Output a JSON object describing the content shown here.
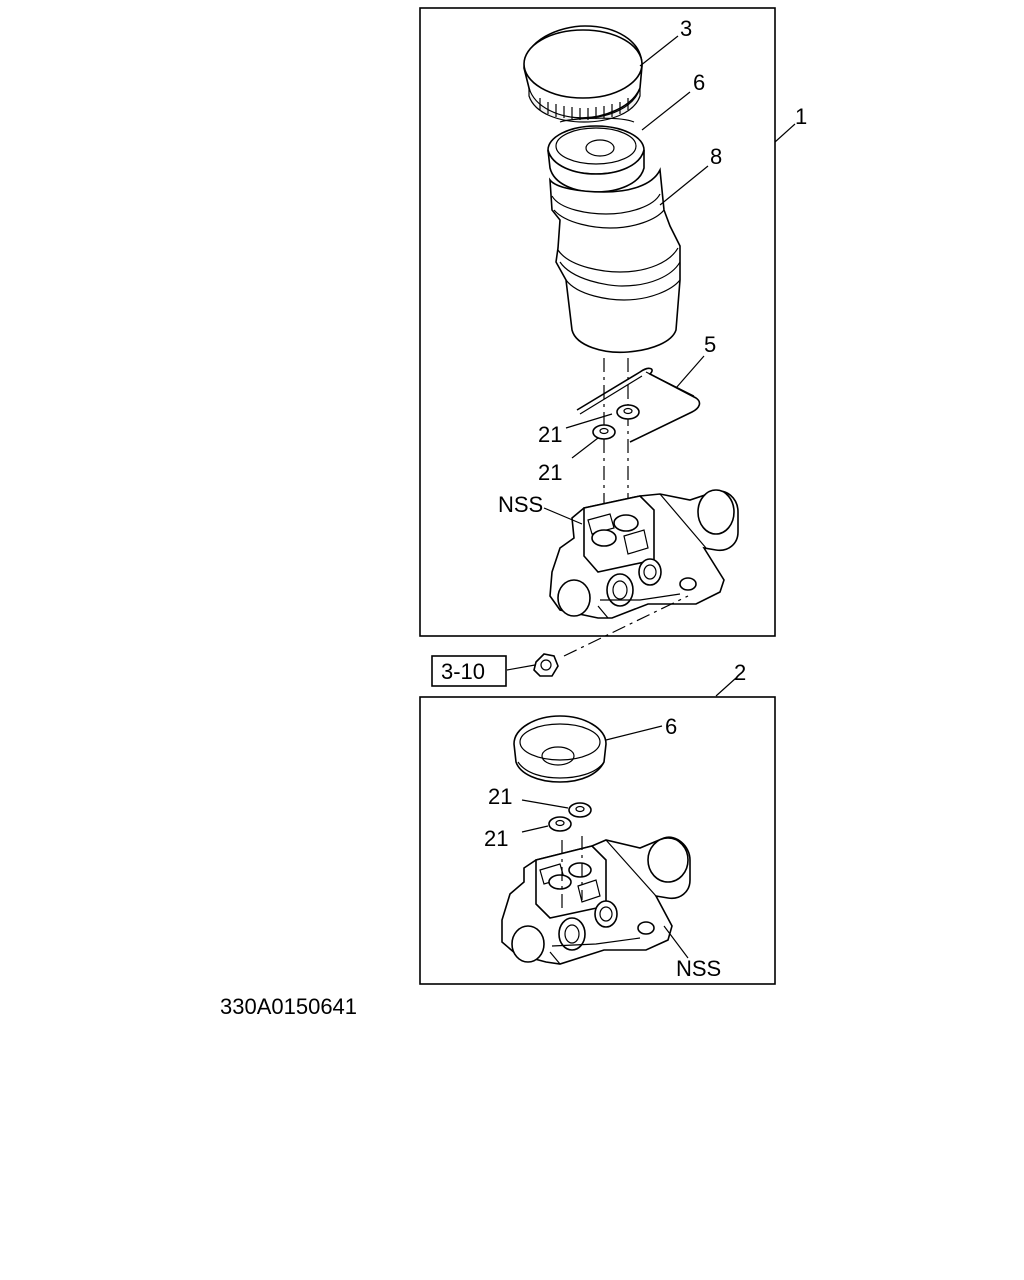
{
  "labels": {
    "cap": "3",
    "seal_top": "6",
    "reservoir": "8",
    "assembly_1": "1",
    "pin": "5",
    "grommet_a": "21",
    "grommet_b": "21",
    "nss_top": "NSS",
    "ref_box": "3-10",
    "assembly_2": "2",
    "seal_bottom": "6",
    "grommet_c": "21",
    "grommet_d": "21",
    "nss_bottom": "NSS"
  },
  "figure_code": "330A0150641"
}
